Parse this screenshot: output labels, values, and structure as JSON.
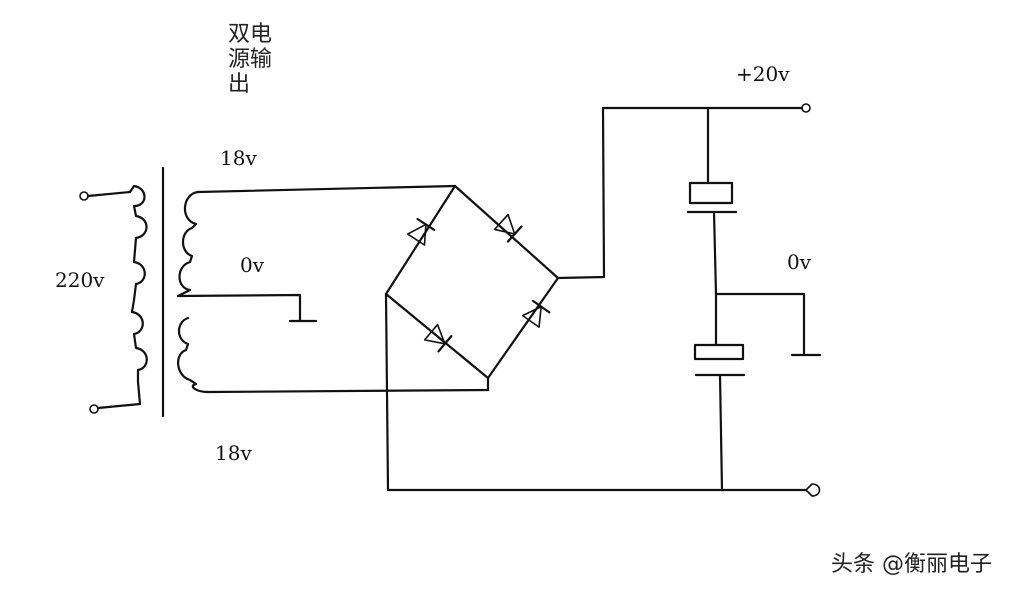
{
  "title": "双电源输出",
  "labels": {
    "ac_input": "220v",
    "secondary_top": "18v",
    "center_tap": "0v",
    "secondary_bottom": "18v",
    "positive_output": "+20v",
    "output_ground": "0v"
  },
  "watermark": "头条 @衡丽电子",
  "icons": [
    "transformer-icon",
    "diode-icon",
    "capacitor-icon",
    "ground-icon",
    "terminal-icon"
  ]
}
